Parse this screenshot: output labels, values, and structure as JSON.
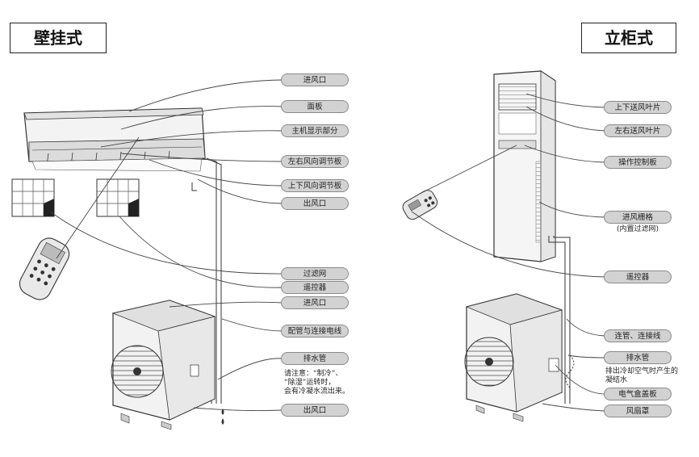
{
  "wall": {
    "title": "壁挂式",
    "labels": [
      "进风口",
      "面板",
      "主机显示部分",
      "左右风向调节板",
      "上下风向调节板",
      "出风口",
      "过滤网",
      "遥控器",
      "进风口",
      "配管与连接电线",
      "排水管",
      "出风口"
    ],
    "note": [
      "请注意：“制冷”、",
      "“除湿”运转时，",
      "会有冷凝水流出来。"
    ]
  },
  "floor": {
    "title": "立柜式",
    "labels": [
      "上下送风叶片",
      "左右送风叶片",
      "操作控制板",
      "进风栅格",
      "遥控器",
      "连管、连接线",
      "排水管",
      "电气盒盖板",
      "风扇罩"
    ],
    "sublabel": "(内置过滤网)",
    "note": [
      "排出冷却空气时产生的",
      "凝结水"
    ]
  },
  "colors": {
    "pill_fill": "#d2d2d2",
    "pill_border": "#8a8a8a",
    "line": "#444444"
  }
}
